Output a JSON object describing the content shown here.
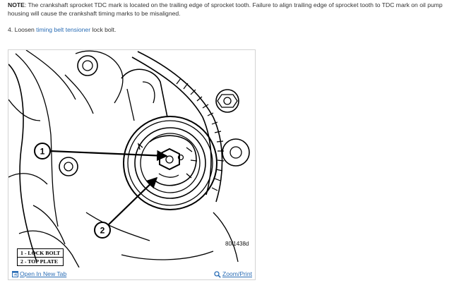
{
  "note": {
    "label": "NOTE",
    "text": ": The crankshaft sprocket TDC mark is located on the trailing edge of sprocket tooth. Failure to align trailing edge of sprocket tooth to TDC mark on oil pump housing will cause the crankshaft timing marks to be misaligned."
  },
  "step": {
    "number": "4.",
    "prefix": "Loosen ",
    "link": "timing belt tensioner",
    "suffix": " lock bolt."
  },
  "figure": {
    "id": "80f1438d",
    "callouts": [
      "1",
      "2"
    ],
    "legend": [
      "1 - LOCK BOLT",
      "2 - TOP PLATE"
    ]
  },
  "toolbar": {
    "open_label": "Open In New Tab",
    "zoom_label": "Zoom/Print"
  },
  "icons": [
    "open-tab-icon",
    "magnifier-icon"
  ],
  "colors": {
    "link": "#2a6db5",
    "text": "#333333"
  }
}
